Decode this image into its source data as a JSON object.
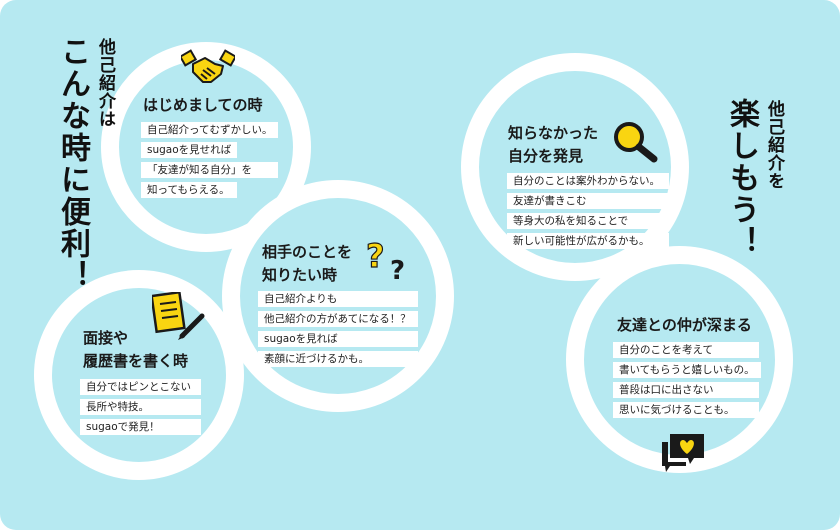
{
  "left_title": {
    "small": "他己紹介は",
    "big": "こんな時に便利！"
  },
  "right_title": {
    "small": "他己紹介を",
    "big": "楽しもう！"
  },
  "bubbles": [
    {
      "heading": [
        "はじめましての時"
      ],
      "lines": [
        "自己紹介ってむずかしい。",
        "sugaoを見せれば",
        "「友達が知る自分」を",
        "知ってもらえる。"
      ],
      "icon": "handshake-icon"
    },
    {
      "heading": [
        "相手のことを",
        "知りたい時"
      ],
      "lines": [
        "自己紹介よりも",
        "他己紹介の方があてになる！？",
        "sugaoを見れば",
        "素顔に近づけるかも。"
      ],
      "icon": "question-marks-icon"
    },
    {
      "heading": [
        "面接や",
        "履歴書を書く時"
      ],
      "lines": [
        "自分ではピンとこない",
        "長所や特技。",
        "sugaoで発見！"
      ],
      "icon": "resume-pencil-icon"
    },
    {
      "heading": [
        "知らなかった",
        "自分を発見"
      ],
      "lines": [
        "自分のことは案外わからない。",
        "友達が書きこむ",
        "等身大の私を知ることで",
        "新しい可能性が広がるかも。"
      ],
      "icon": "magnifier-icon"
    },
    {
      "heading": [
        "友達との仲が深まる"
      ],
      "lines": [
        "自分のことを考えて",
        "書いてもらうと嬉しいもの。",
        "普段は口に出さない",
        "思いに気づけることも。"
      ],
      "icon": "heart-message-icon"
    }
  ],
  "colors": {
    "background": "#b6e9f1",
    "ring": "#ffffff",
    "accent": "#f9d511",
    "ink": "#1a1a1a"
  }
}
